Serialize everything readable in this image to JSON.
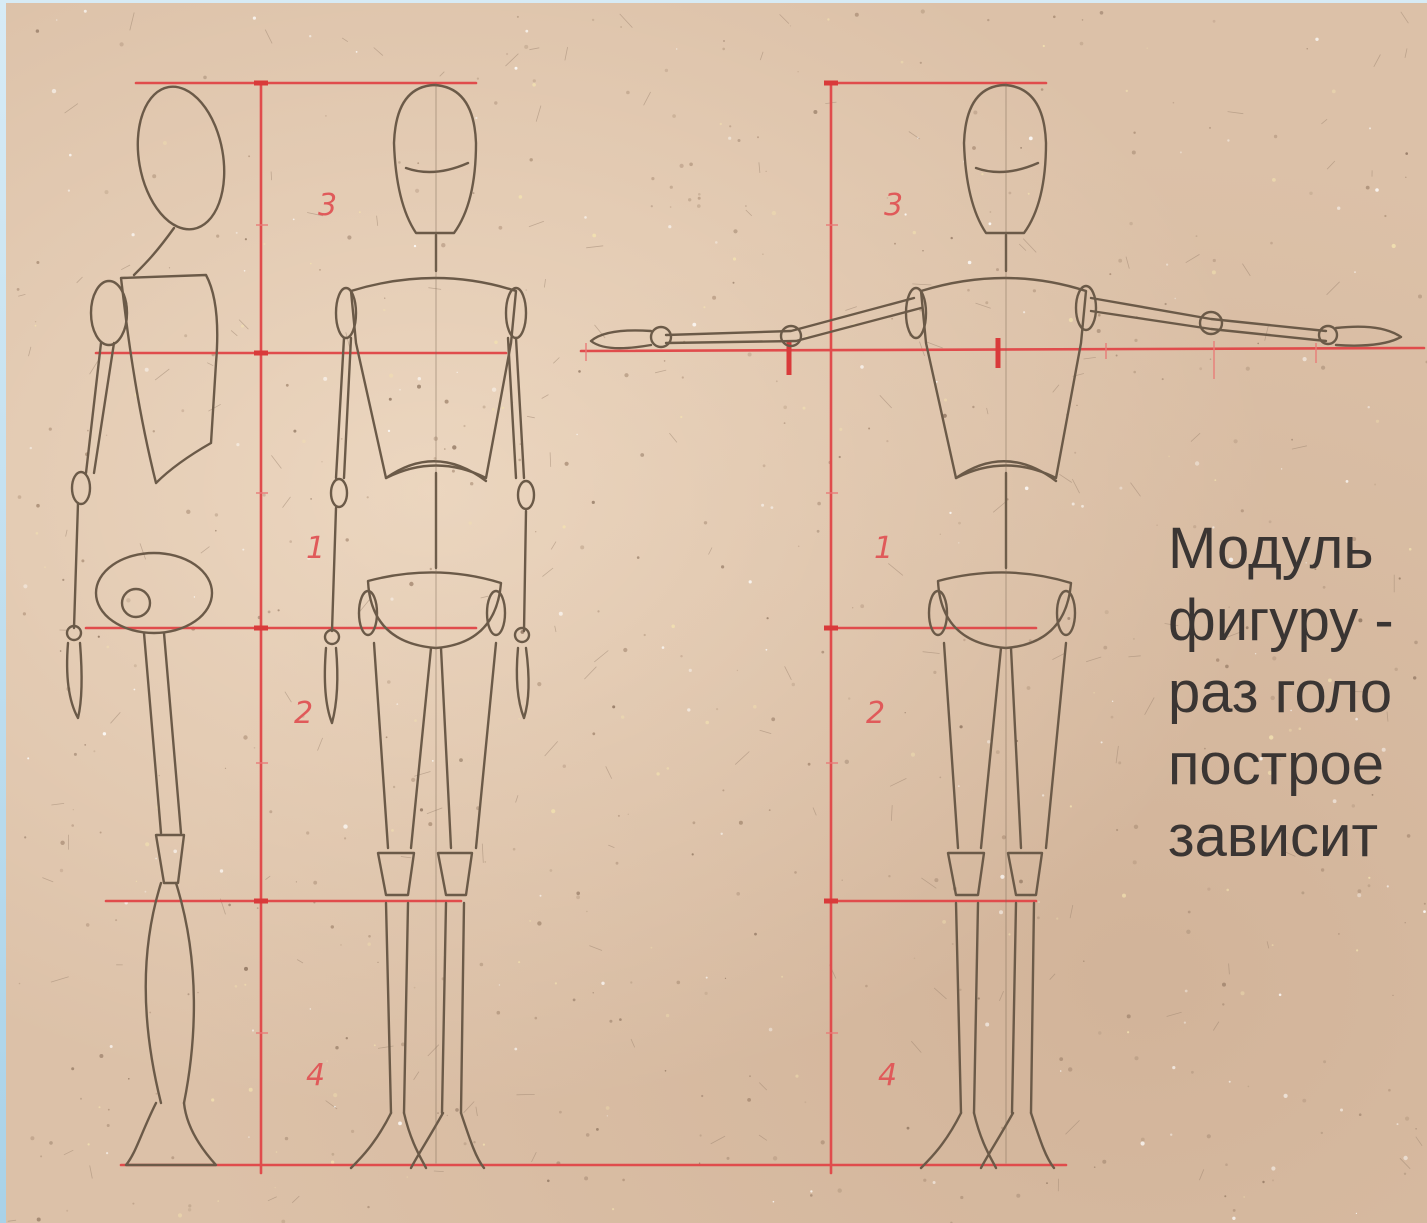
{
  "drawing": {
    "figures": [
      "side-view",
      "front-view",
      "front-view-arm-raised"
    ],
    "proportion_labels": {
      "head_torso": "3",
      "torso_pelvis": "1",
      "pelvis_knee": "2",
      "knee_foot": "4"
    },
    "colors": {
      "paper": "#dcc1a8",
      "pencil": "#6b5a48",
      "guide_lines": "#e04c4c",
      "text": "#3a3533"
    }
  },
  "caption": {
    "lines": [
      "Модуль",
      "фигуру -",
      "раз голо",
      "построе",
      "зависит"
    ]
  }
}
